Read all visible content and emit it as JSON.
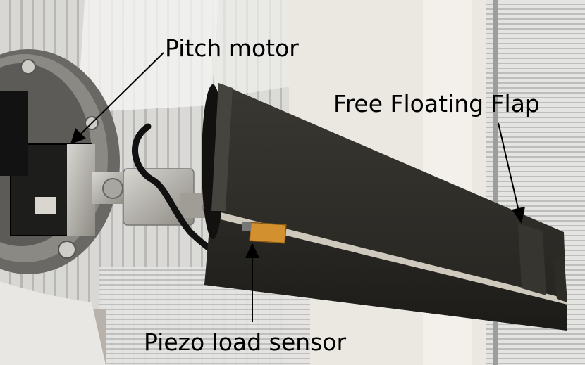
{
  "annotations": {
    "pitch_motor": "Pitch motor",
    "free_floating_flap": "Free Floating Flap",
    "piezo_load_sensor": "Piezo load sensor"
  },
  "colors": {
    "wall": "#e6e2dc",
    "window_blinds": "#d8d8d6",
    "blade_dark": "#2b2a27",
    "blade_edge": "#444039",
    "sensor": "#d08a2a",
    "metal": "#b9b7b2",
    "arrow": "#000000"
  }
}
